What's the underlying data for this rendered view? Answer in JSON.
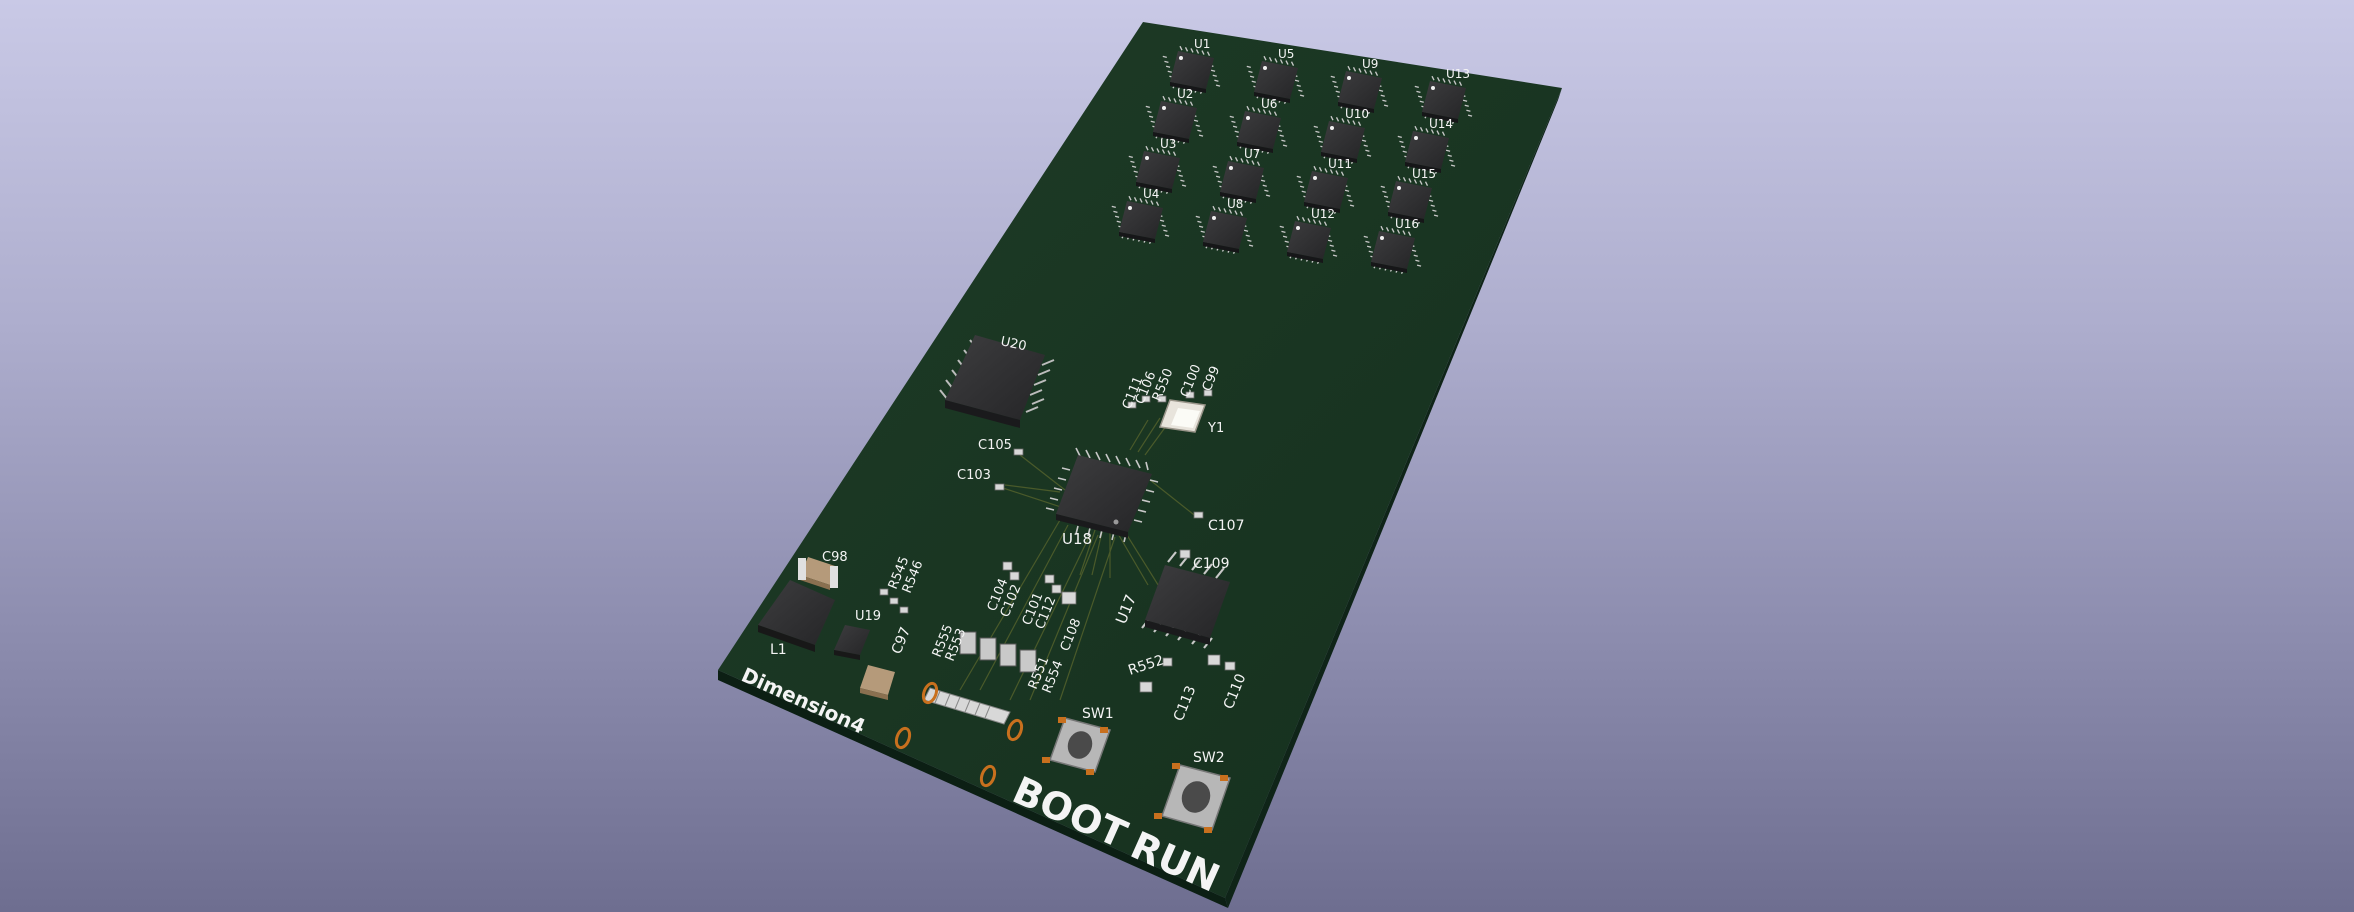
{
  "viewer": {
    "background_top": "#c9c9e6",
    "background_bottom": "#6e6e90",
    "board_color": "#1d3a25",
    "board_edge_color": "#10261a",
    "silkscreen_color": "#f4f4f4",
    "copper_color": "#c8701e"
  },
  "board": {
    "title": "Dimension4",
    "boot_label": "BOOT",
    "run_label": "RUN"
  },
  "ic_grid": [
    [
      "U1",
      "U5",
      "U9",
      "U13"
    ],
    [
      "U2",
      "U6",
      "U10",
      "U14"
    ],
    [
      "U3",
      "U7",
      "U11",
      "U15"
    ],
    [
      "U4",
      "U8",
      "U12",
      "U16"
    ]
  ],
  "components": {
    "ic": [
      "U20",
      "U18",
      "U17",
      "U19"
    ],
    "inductor": [
      "L1"
    ],
    "crystal": [
      "Y1"
    ],
    "switches": [
      "SW1",
      "SW2"
    ],
    "caps_top": [
      "C111",
      "C106",
      "R550",
      "C100",
      "C99"
    ],
    "caps_mid": [
      "C105",
      "C103",
      "C107",
      "C109"
    ],
    "caps_lower": [
      "C104",
      "C102",
      "C101",
      "C112",
      "C108"
    ],
    "caps_right": [
      "C113",
      "C110"
    ],
    "caps_power": [
      "C98",
      "C97"
    ],
    "res_power": [
      "R545",
      "R546"
    ],
    "res_usb_left": [
      "R555",
      "R553"
    ],
    "res_usb_right": [
      "R551",
      "R554"
    ],
    "res_mid": [
      "R552"
    ]
  }
}
